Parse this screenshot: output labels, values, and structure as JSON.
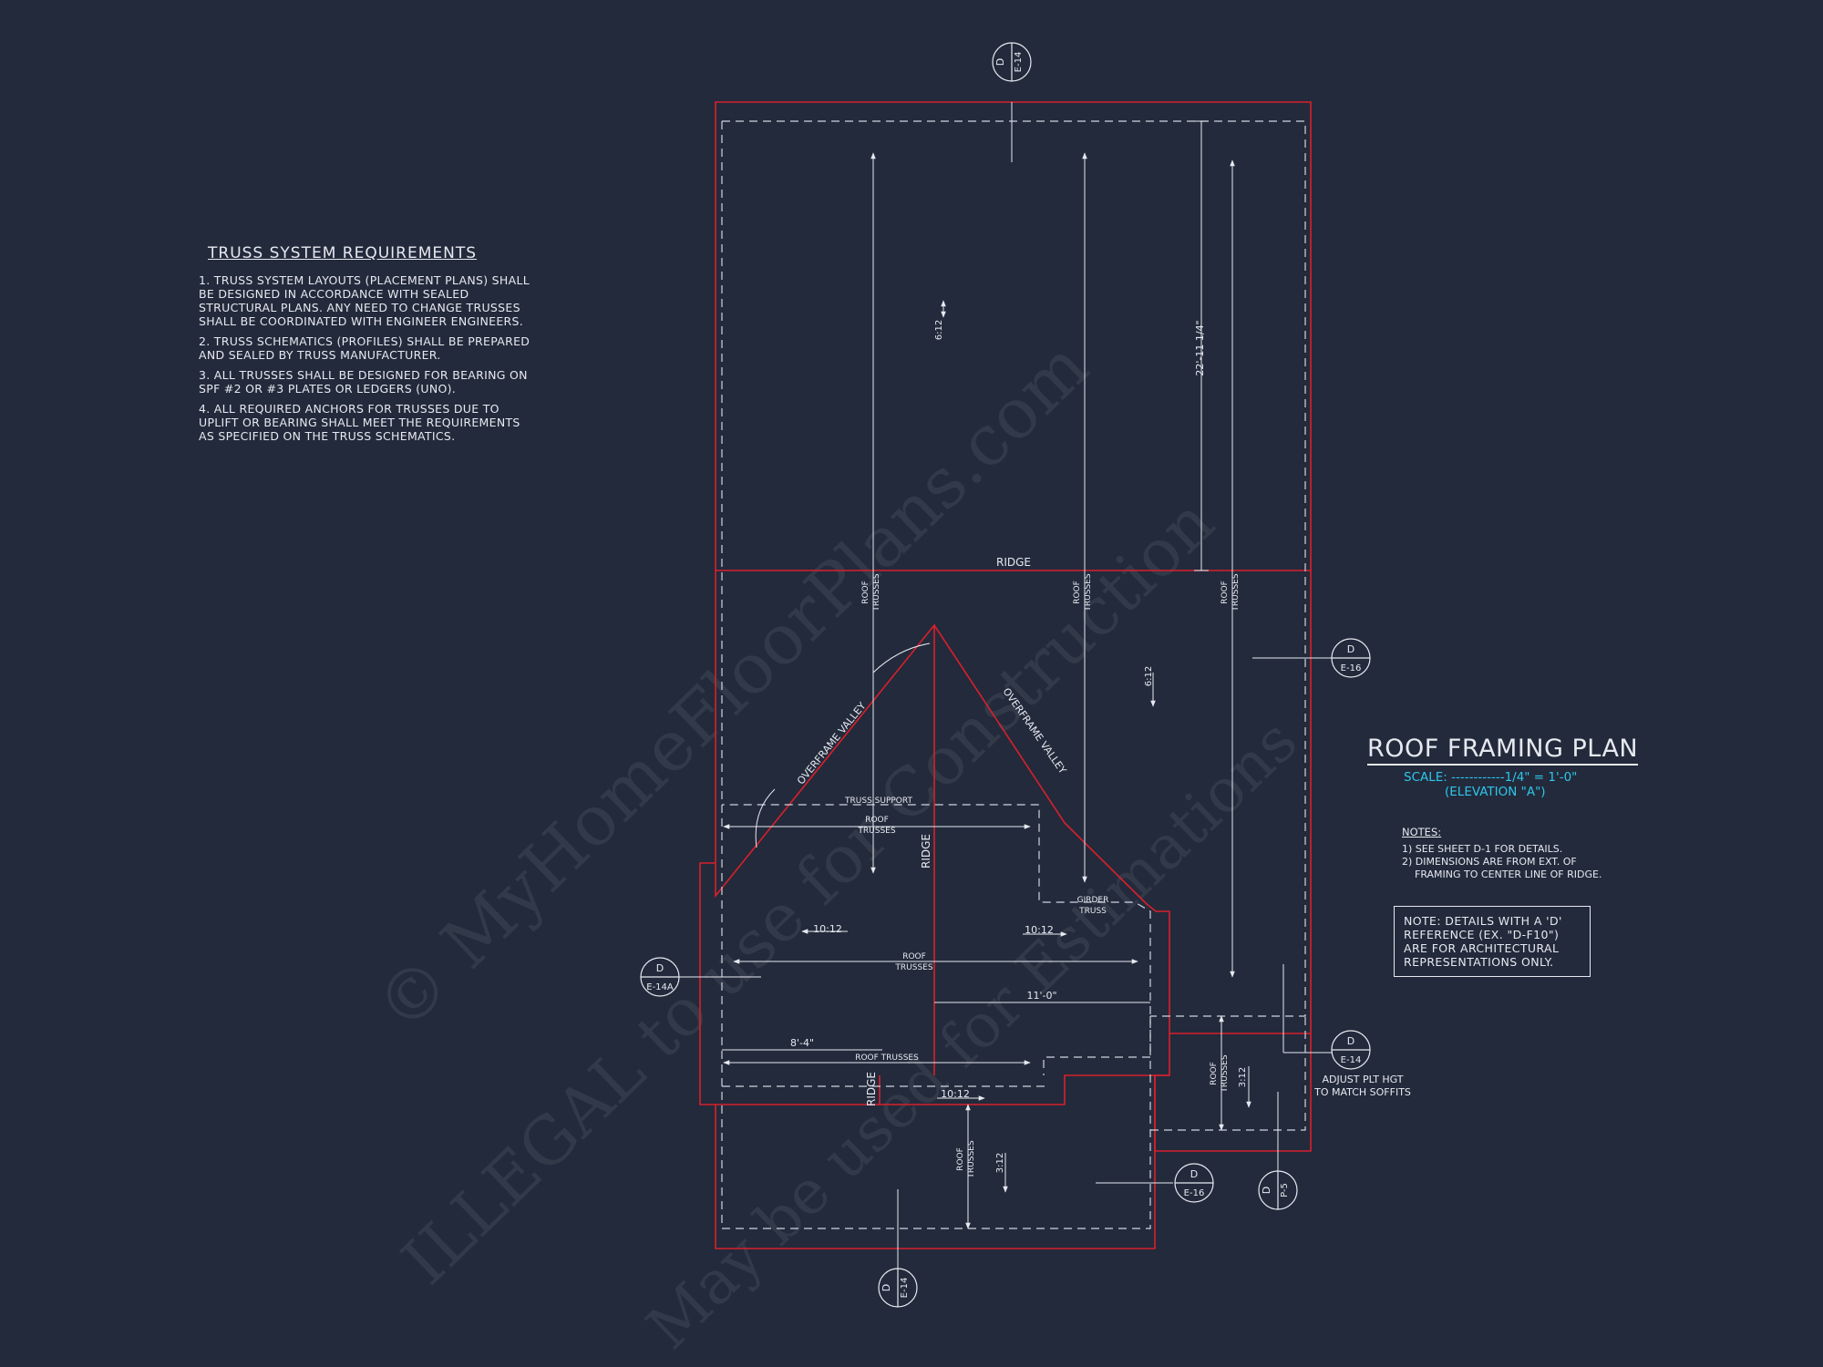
{
  "truss_requirements": {
    "title": "TRUSS SYSTEM REQUIREMENTS",
    "items": [
      "1. TRUSS SYSTEM LAYOUTS (PLACEMENT PLANS) SHALL BE DESIGNED IN ACCORDANCE WITH SEALED STRUCTURAL PLANS. ANY NEED TO CHANGE TRUSSES SHALL BE COORDINATED WITH ENGINEER ENGINEERS.",
      "2. TRUSS SCHEMATICS (PROFILES) SHALL BE PREPARED AND SEALED BY TRUSS MANUFACTURER.",
      "3. ALL TRUSSES SHALL BE DESIGNED FOR BEARING ON SPF #2 OR #3 PLATES OR LEDGERS (UNO).",
      "4. ALL REQUIRED ANCHORS FOR TRUSSES DUE TO UPLIFT OR BEARING SHALL MEET THE REQUIREMENTS AS SPECIFIED ON THE TRUSS SCHEMATICS."
    ]
  },
  "title_block": {
    "title": "ROOF FRAMING PLAN",
    "scale": "SCALE: ------------1/4\" = 1'-0\"",
    "elevation": "(ELEVATION \"A\")"
  },
  "notes": {
    "heading": "NOTES:",
    "line1": "1) SEE SHEET D-1 FOR DETAILS.",
    "line2": "2) DIMENSIONS ARE FROM EXT. OF",
    "line3": "FRAMING TO CENTER LINE OF RIDGE."
  },
  "detail_note": "NOTE: DETAILS WITH A 'D' REFERENCE (EX. \"D-F10\") ARE FOR ARCHITECTURAL REPRESENTATIONS ONLY.",
  "plan_labels": {
    "ridge": "RIDGE",
    "roof": "ROOF",
    "trusses": "TRUSSES",
    "roof_trusses": "ROOF TRUSSES",
    "overframe_valley": "OVERFRAME VALLEY",
    "truss_support": "TRUSS SUPPORT",
    "girder": "GIRDER",
    "truss": "TRUSS",
    "adjust_1": "ADJUST PLT HGT",
    "adjust_2": "TO MATCH SOFFITS"
  },
  "dimensions": {
    "overall": "22'-11 1/4\"",
    "width_11": "11'-0\"",
    "width_8": "8'-4\""
  },
  "pitches": {
    "main": "6:12",
    "steep": "10:12",
    "low": "3:12"
  },
  "detail_markers": [
    {
      "letter": "D",
      "sheet": "E-14"
    },
    {
      "letter": "D",
      "sheet": "E-16"
    },
    {
      "letter": "D",
      "sheet": "E-14A"
    },
    {
      "letter": "D",
      "sheet": "E-14"
    },
    {
      "letter": "D",
      "sheet": "E-16"
    },
    {
      "letter": "D",
      "sheet": "P-5"
    },
    {
      "letter": "D",
      "sheet": "E-14"
    }
  ],
  "watermark": {
    "line1": "© MyHomeFloorPlans.com",
    "line2": "ILLEGAL to use for Construction",
    "line3": "May be used for Estimations"
  },
  "colors": {
    "background": "#232a3b",
    "framing_red": "#d8202c",
    "linework": "#e6e9f0",
    "scale_cyan": "#2ec6ea"
  }
}
